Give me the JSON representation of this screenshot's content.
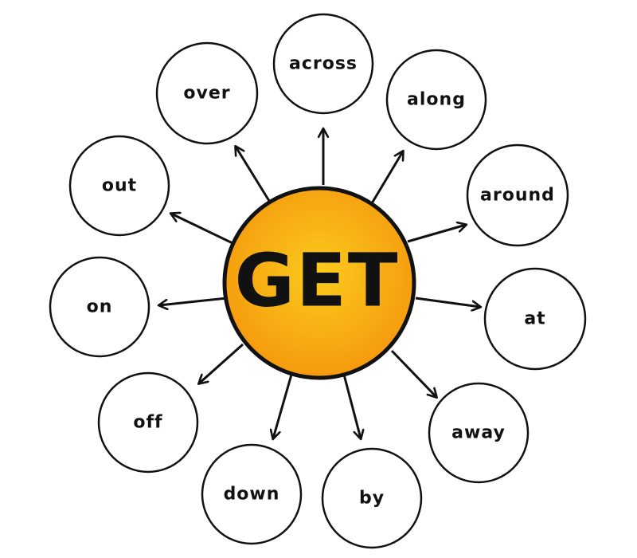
{
  "center": {
    "label": "GET",
    "color_inner": "#fbcb1c",
    "color_outer": "#f59a0e"
  },
  "nodes": [
    {
      "label": "across"
    },
    {
      "label": "along"
    },
    {
      "label": "around"
    },
    {
      "label": "at"
    },
    {
      "label": "away"
    },
    {
      "label": "by"
    },
    {
      "label": "down"
    },
    {
      "label": "off"
    },
    {
      "label": "on"
    },
    {
      "label": "out"
    },
    {
      "label": "over"
    }
  ]
}
